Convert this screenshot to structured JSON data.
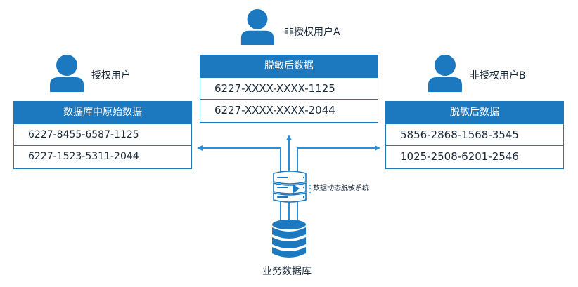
{
  "users": {
    "authorized": {
      "label": "授权用户"
    },
    "unauthorized_a": {
      "label": "非授权用户A"
    },
    "unauthorized_b": {
      "label": "非授权用户B"
    }
  },
  "panels": {
    "original": {
      "header": "数据库中原始数据",
      "rows": [
        "6227-8455-6587-1125",
        "6227-1523-5311-2044"
      ]
    },
    "masked_a": {
      "header": "脱敏后数据",
      "rows": [
        "6227-XXXX-XXXX-1125",
        "6227-XXXX-XXXX-2044"
      ]
    },
    "masked_b": {
      "header": "脱敏后数据",
      "rows": [
        "5856-2868-1568-3545",
        "1025-2508-6201-2546"
      ]
    }
  },
  "system": {
    "label": "数据动态脱敏系统"
  },
  "database": {
    "label": "业务数据库"
  },
  "colors": {
    "accent": "#1c79c0",
    "arrow": "#2a8fd8",
    "icon": "#1c79c0"
  }
}
